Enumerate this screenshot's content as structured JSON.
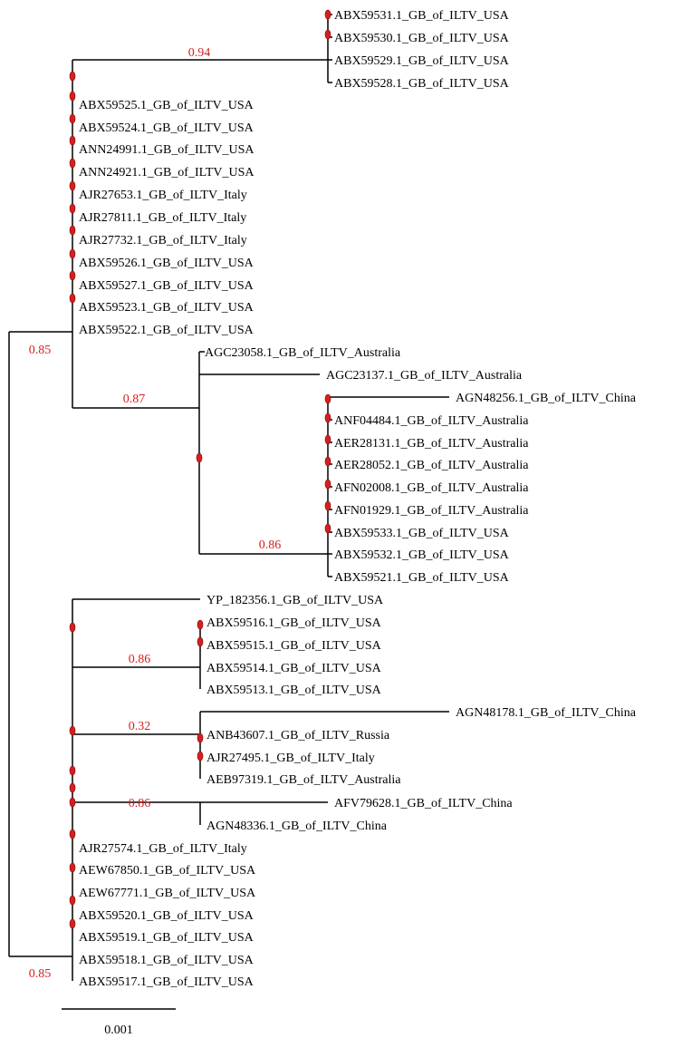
{
  "tree": {
    "colors": {
      "branch": "#000000",
      "support_label": "#d42020",
      "node_marker": "#d42020",
      "tip_label": "#000000"
    },
    "tips": [
      "ABX59531.1_GB_of_ILTV_USA",
      "ABX59530.1_GB_of_ILTV_USA",
      "ABX59529.1_GB_of_ILTV_USA",
      "ABX59528.1_GB_of_ILTV_USA",
      "ABX59525.1_GB_of_ILTV_USA",
      "ABX59524.1_GB_of_ILTV_USA",
      "ANN24991.1_GB_of_ILTV_USA",
      "ANN24921.1_GB_of_ILTV_USA",
      "AJR27653.1_GB_of_ILTV_Italy",
      "AJR27811.1_GB_of_ILTV_Italy",
      "AJR27732.1_GB_of_ILTV_Italy",
      "ABX59526.1_GB_of_ILTV_USA",
      "ABX59527.1_GB_of_ILTV_USA",
      "ABX59523.1_GB_of_ILTV_USA",
      "ABX59522.1_GB_of_ILTV_USA",
      "AGC23058.1_GB_of_ILTV_Australia",
      "AGC23137.1_GB_of_ILTV_Australia",
      "AGN48256.1_GB_of_ILTV_China",
      "ANF04484.1_GB_of_ILTV_Australia",
      "AER28131.1_GB_of_ILTV_Australia",
      "AER28052.1_GB_of_ILTV_Australia",
      "AFN02008.1_GB_of_ILTV_Australia",
      "AFN01929.1_GB_of_ILTV_Australia",
      "ABX59533.1_GB_of_ILTV_USA",
      "ABX59532.1_GB_of_ILTV_USA",
      "ABX59521.1_GB_of_ILTV_USA",
      "YP_182356.1_GB_of_ILTV_USA",
      "ABX59516.1_GB_of_ILTV_USA",
      "ABX59515.1_GB_of_ILTV_USA",
      "ABX59514.1_GB_of_ILTV_USA",
      "ABX59513.1_GB_of_ILTV_USA",
      "AGN48178.1_GB_of_ILTV_China",
      "ANB43607.1_GB_of_ILTV_Russia",
      "AJR27495.1_GB_of_ILTV_Italy",
      "AEB97319.1_GB_of_ILTV_Australia",
      "AFV79628.1_GB_of_ILTV_China",
      "AGN48336.1_GB_of_ILTV_China",
      "AJR27574.1_GB_of_ILTV_Italy",
      "AEW67850.1_GB_of_ILTV_USA",
      "AEW67771.1_GB_of_ILTV_USA",
      "ABX59520.1_GB_of_ILTV_USA",
      "ABX59519.1_GB_of_ILTV_USA",
      "ABX59518.1_GB_of_ILTV_USA",
      "ABX59517.1_GB_of_ILTV_USA"
    ],
    "support_values": [
      "0.94",
      "0.85",
      "0.87",
      "0.86",
      "0.86",
      "0.32",
      "0.86",
      "0.85"
    ],
    "scale_bar": {
      "label": "0.001"
    }
  }
}
